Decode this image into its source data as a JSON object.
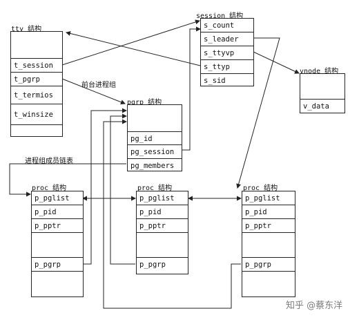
{
  "tty": {
    "title": "tty 结构",
    "fields": [
      "t_session",
      "t_pgrp",
      "t_termios",
      "t_winsize"
    ]
  },
  "session": {
    "title": "session 结构",
    "fields": [
      "s_count",
      "s_leader",
      "s_ttyvp",
      "s_ttyp",
      "s_sid"
    ]
  },
  "vnode": {
    "title": "vnode 结构",
    "fields": [
      "v_data"
    ]
  },
  "pgrp": {
    "title": "pgrp 结构",
    "fields": [
      "pg_id",
      "pg_session",
      "pg_members"
    ]
  },
  "procs": [
    {
      "title": "proc 结构",
      "fields": [
        "p_pglist",
        "p_pid",
        "p_pptr",
        "p_pgrp"
      ]
    },
    {
      "title": "proc 结构",
      "fields": [
        "p_pglist",
        "p_pid",
        "p_pptr",
        "p_pgrp"
      ]
    },
    {
      "title": "proc 结构",
      "fields": [
        "p_pglist",
        "p_pid",
        "p_pptr",
        "p_pgrp"
      ]
    }
  ],
  "labels": {
    "foreground_group": "前台进程组",
    "member_list": "进程组成员链表"
  },
  "watermark": "知乎 @蔡东洋"
}
